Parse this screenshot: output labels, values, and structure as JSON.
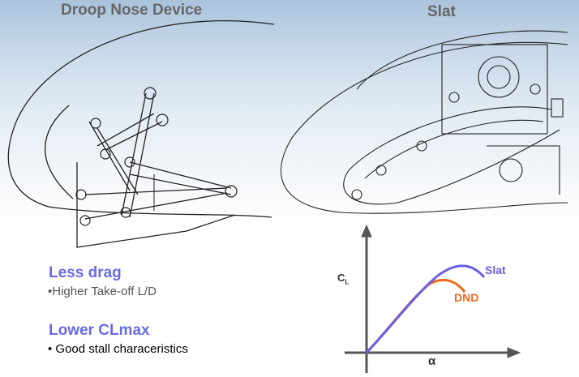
{
  "titles": {
    "left": "Droop Nose Device",
    "right": "Slat"
  },
  "bullets": [
    {
      "heading": "Less drag",
      "item": "•Higher Take-off L/D"
    },
    {
      "heading": "Lower CLmax",
      "item": "• Good stall characeristics"
    }
  ],
  "graph": {
    "y_label": "C",
    "y_label_sub": "L",
    "x_label": "α",
    "curves": [
      {
        "name": "Slat",
        "color": "#6a5ee8"
      },
      {
        "name": "DND",
        "color": "#f06a1e"
      }
    ]
  },
  "colors": {
    "heading": "#6a6ae8",
    "title": "#666666"
  }
}
